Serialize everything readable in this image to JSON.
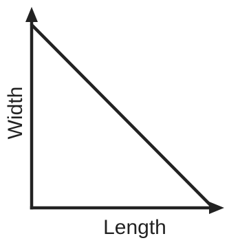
{
  "chart_data": {
    "type": "line",
    "title": "",
    "xlabel": "Length",
    "ylabel": "Width",
    "xlim": [
      0,
      1
    ],
    "ylim": [
      0,
      1
    ],
    "grid": false,
    "series": [
      {
        "x": [
          0,
          1
        ],
        "y": [
          1,
          0
        ]
      }
    ]
  },
  "colors": {
    "axis": "#222222",
    "line": "#222222"
  }
}
